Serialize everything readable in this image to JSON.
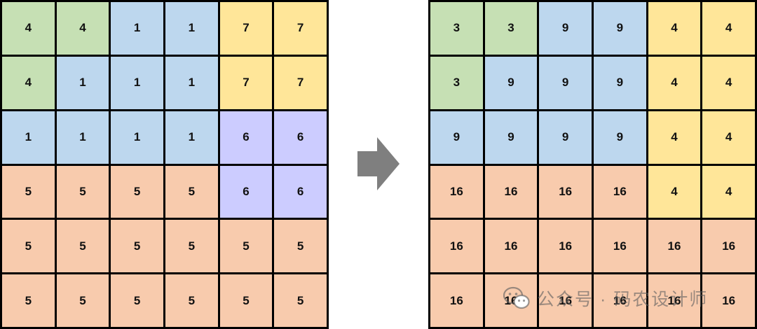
{
  "colors": {
    "green": "#c6e0b4",
    "blue": "#bdd7ee",
    "yellow": "#ffe699",
    "purple": "#ccccff",
    "orange": "#f8cbad",
    "border": "#000000",
    "arrow": "#7f7f7f"
  },
  "left_grid": [
    [
      {
        "v": "4",
        "c": "green"
      },
      {
        "v": "4",
        "c": "green"
      },
      {
        "v": "1",
        "c": "blue"
      },
      {
        "v": "1",
        "c": "blue"
      },
      {
        "v": "7",
        "c": "yellow"
      },
      {
        "v": "7",
        "c": "yellow"
      }
    ],
    [
      {
        "v": "4",
        "c": "green"
      },
      {
        "v": "1",
        "c": "blue"
      },
      {
        "v": "1",
        "c": "blue"
      },
      {
        "v": "1",
        "c": "blue"
      },
      {
        "v": "7",
        "c": "yellow"
      },
      {
        "v": "7",
        "c": "yellow"
      }
    ],
    [
      {
        "v": "1",
        "c": "blue"
      },
      {
        "v": "1",
        "c": "blue"
      },
      {
        "v": "1",
        "c": "blue"
      },
      {
        "v": "1",
        "c": "blue"
      },
      {
        "v": "6",
        "c": "purple"
      },
      {
        "v": "6",
        "c": "purple"
      }
    ],
    [
      {
        "v": "5",
        "c": "orange"
      },
      {
        "v": "5",
        "c": "orange"
      },
      {
        "v": "5",
        "c": "orange"
      },
      {
        "v": "5",
        "c": "orange"
      },
      {
        "v": "6",
        "c": "purple"
      },
      {
        "v": "6",
        "c": "purple"
      }
    ],
    [
      {
        "v": "5",
        "c": "orange"
      },
      {
        "v": "5",
        "c": "orange"
      },
      {
        "v": "5",
        "c": "orange"
      },
      {
        "v": "5",
        "c": "orange"
      },
      {
        "v": "5",
        "c": "orange"
      },
      {
        "v": "5",
        "c": "orange"
      }
    ],
    [
      {
        "v": "5",
        "c": "orange"
      },
      {
        "v": "5",
        "c": "orange"
      },
      {
        "v": "5",
        "c": "orange"
      },
      {
        "v": "5",
        "c": "orange"
      },
      {
        "v": "5",
        "c": "orange"
      },
      {
        "v": "5",
        "c": "orange"
      }
    ]
  ],
  "right_grid": [
    [
      {
        "v": "3",
        "c": "green"
      },
      {
        "v": "3",
        "c": "green"
      },
      {
        "v": "9",
        "c": "blue"
      },
      {
        "v": "9",
        "c": "blue"
      },
      {
        "v": "4",
        "c": "yellow"
      },
      {
        "v": "4",
        "c": "yellow"
      }
    ],
    [
      {
        "v": "3",
        "c": "green"
      },
      {
        "v": "9",
        "c": "blue"
      },
      {
        "v": "9",
        "c": "blue"
      },
      {
        "v": "9",
        "c": "blue"
      },
      {
        "v": "4",
        "c": "yellow"
      },
      {
        "v": "4",
        "c": "yellow"
      }
    ],
    [
      {
        "v": "9",
        "c": "blue"
      },
      {
        "v": "9",
        "c": "blue"
      },
      {
        "v": "9",
        "c": "blue"
      },
      {
        "v": "9",
        "c": "blue"
      },
      {
        "v": "4",
        "c": "yellow"
      },
      {
        "v": "4",
        "c": "yellow"
      }
    ],
    [
      {
        "v": "16",
        "c": "orange"
      },
      {
        "v": "16",
        "c": "orange"
      },
      {
        "v": "16",
        "c": "orange"
      },
      {
        "v": "16",
        "c": "orange"
      },
      {
        "v": "4",
        "c": "yellow"
      },
      {
        "v": "4",
        "c": "yellow"
      }
    ],
    [
      {
        "v": "16",
        "c": "orange"
      },
      {
        "v": "16",
        "c": "orange"
      },
      {
        "v": "16",
        "c": "orange"
      },
      {
        "v": "16",
        "c": "orange"
      },
      {
        "v": "16",
        "c": "orange"
      },
      {
        "v": "16",
        "c": "orange"
      }
    ],
    [
      {
        "v": "16",
        "c": "orange"
      },
      {
        "v": "16",
        "c": "orange"
      },
      {
        "v": "16",
        "c": "orange"
      },
      {
        "v": "16",
        "c": "orange"
      },
      {
        "v": "16",
        "c": "orange"
      },
      {
        "v": "16",
        "c": "orange"
      }
    ]
  ],
  "arrow_icon": "right-arrow-icon",
  "watermark": {
    "icon": "wechat-icon",
    "text": "公众号 · 码农设计师"
  }
}
